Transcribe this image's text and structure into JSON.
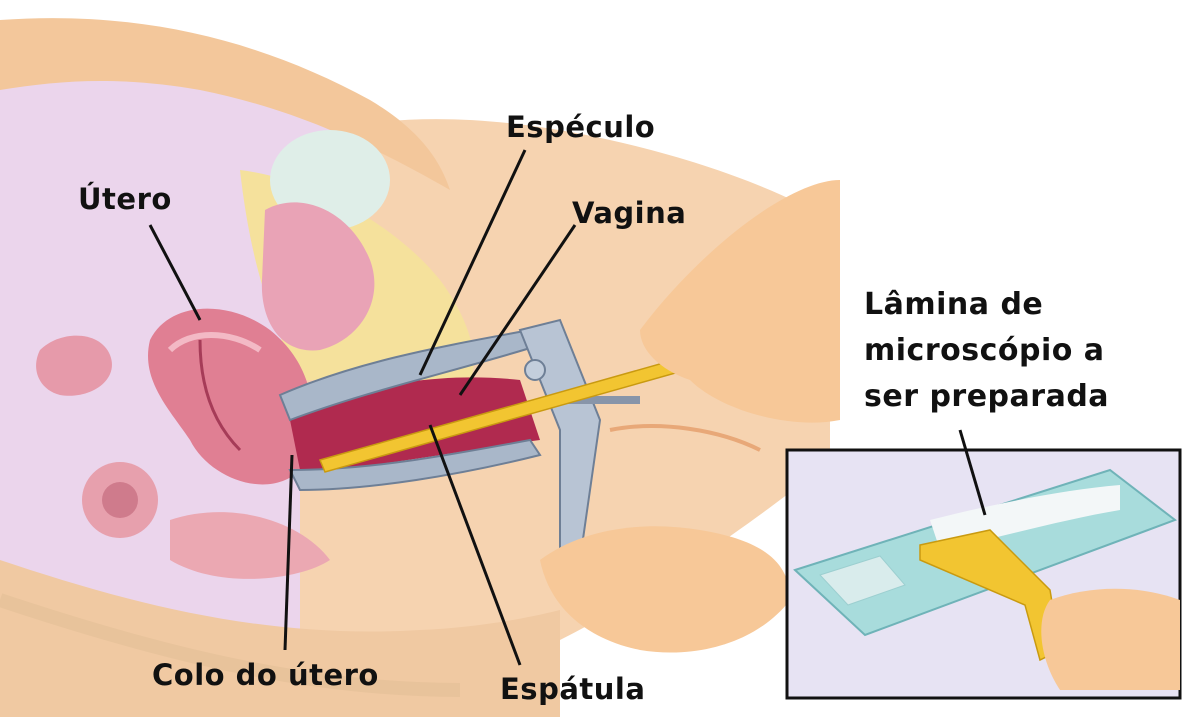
{
  "labels": {
    "utero": "Útero",
    "especulo": "Espéculo",
    "vagina": "Vagina",
    "colo": "Colo do útero",
    "espatula": "Espátula",
    "lamina_line1": "Lâmina de",
    "lamina_line2": "microscópio a",
    "lamina_line3": "ser preparada"
  },
  "colors": {
    "skin": "#f3c79b",
    "tissue_pink": "#e8a3b3",
    "uterus": "#e07f93",
    "vaginal_wall": "#b02a4f",
    "speculum": "#a9b7c9",
    "spatula": "#f2c531",
    "slide": "#a8dcdc",
    "inset_bg": "#e7e3f3",
    "background_purple": "#ebd5ec",
    "label_text": "#111111"
  }
}
